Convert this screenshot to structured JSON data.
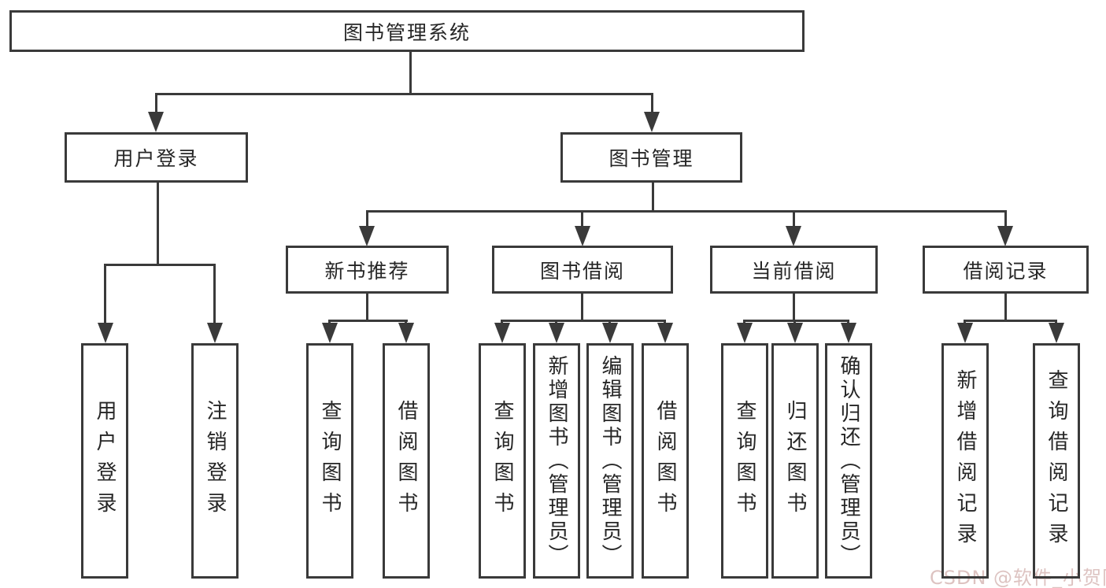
{
  "diagram": {
    "title": "图书管理系统",
    "root": {
      "label": "图书管理系统"
    },
    "level2": [
      {
        "label": "用户登录"
      },
      {
        "label": "图书管理"
      }
    ],
    "level3": [
      {
        "label": "新书推荐"
      },
      {
        "label": "图书借阅"
      },
      {
        "label": "当前借阅"
      },
      {
        "label": "借阅记录"
      }
    ],
    "leaves": {
      "user_login": [
        "用户登录",
        "注销登录"
      ],
      "new_book": [
        "查询图书",
        "借阅图书"
      ],
      "book_borrow": [
        "查询图书",
        "新增图书（管理员）",
        "编辑图书（管理员）",
        "借阅图书"
      ],
      "current_borrow": [
        "查询图书",
        "归还图书",
        "确认归还（管理员）"
      ],
      "borrow_record": [
        "新增借阅记录",
        "查询借阅记录"
      ]
    }
  },
  "watermark": {
    "text": "CSDN @软件_小贺同学"
  },
  "colors": {
    "line": "#3a3a3a",
    "text": "#262626",
    "watermark": "#ddc3c1",
    "background": "#ffffff"
  }
}
